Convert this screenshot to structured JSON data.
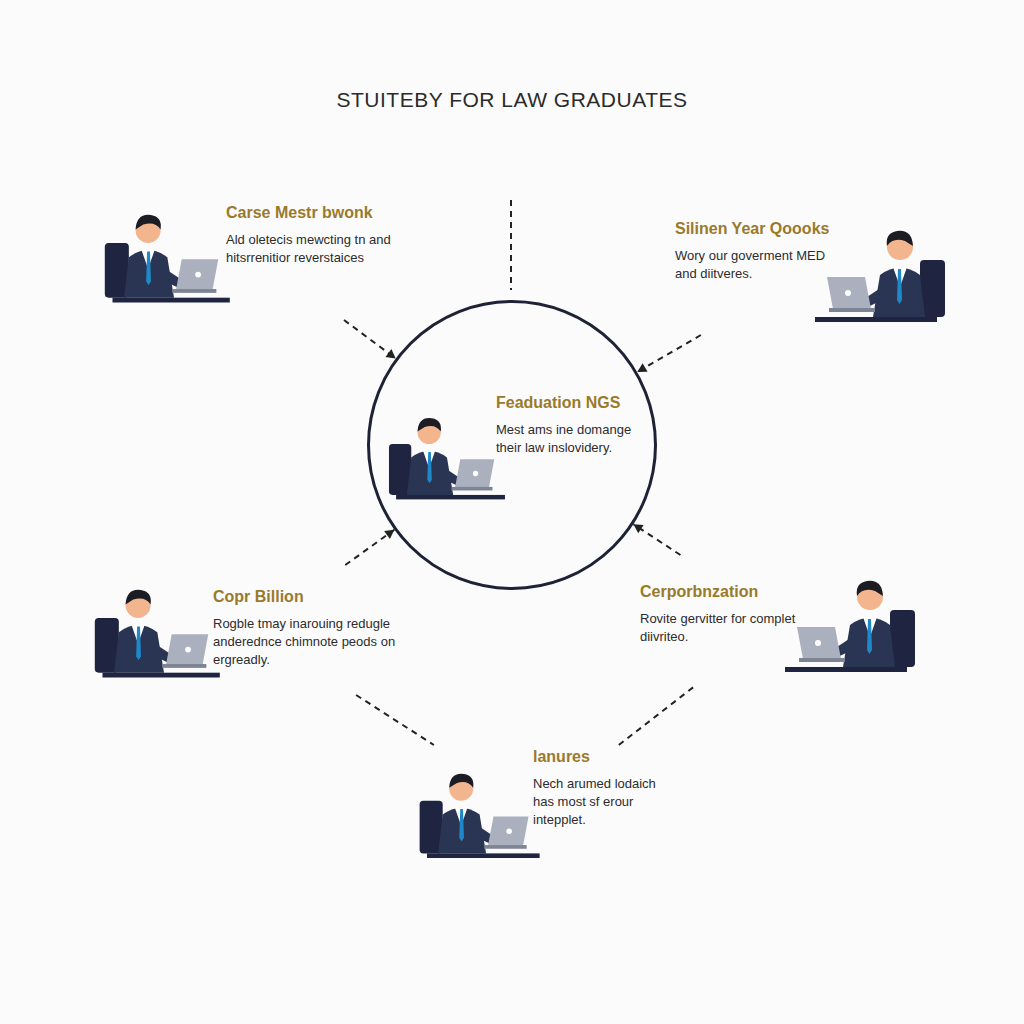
{
  "diagram": {
    "title": "STUITEBY FOR LAW GRADUATES",
    "nodes": [
      {
        "text": [
          "Carse Mestr bwonk",
          "Ald oletecis mewcting tn and hitsrrenitior reverstaices"
        ]
      },
      {
        "text": [
          "Silinen Year Qoooks",
          "Wory our goverment MED and diitveres."
        ]
      },
      {
        "text": [
          "Feaduation NGS",
          "Mest ams ine domange their law inslovidery."
        ]
      },
      {
        "text": [
          "Copr Billion",
          "Rogble tmay inarouing redugle anderednce chimnote peods on ergreadly."
        ]
      },
      {
        "text": [
          "Cerporbnzation",
          "Rovite gervitter for complet diivriteo."
        ]
      },
      {
        "text": [
          "lanures",
          "Nech arumed lodaich has most sf erour intepplet."
        ]
      }
    ],
    "edges": [
      {
        "from": 0,
        "to": 2,
        "arrow": "to"
      },
      {
        "from": 1,
        "to": 2,
        "arrow": "to"
      },
      {
        "from": 3,
        "to": 2,
        "arrow": "to"
      },
      {
        "from": 4,
        "to": 2,
        "arrow": "to"
      },
      {
        "from": 3,
        "to": 5,
        "arrow": "none"
      },
      {
        "from": 5,
        "to": 4,
        "arrow": "none"
      }
    ]
  }
}
